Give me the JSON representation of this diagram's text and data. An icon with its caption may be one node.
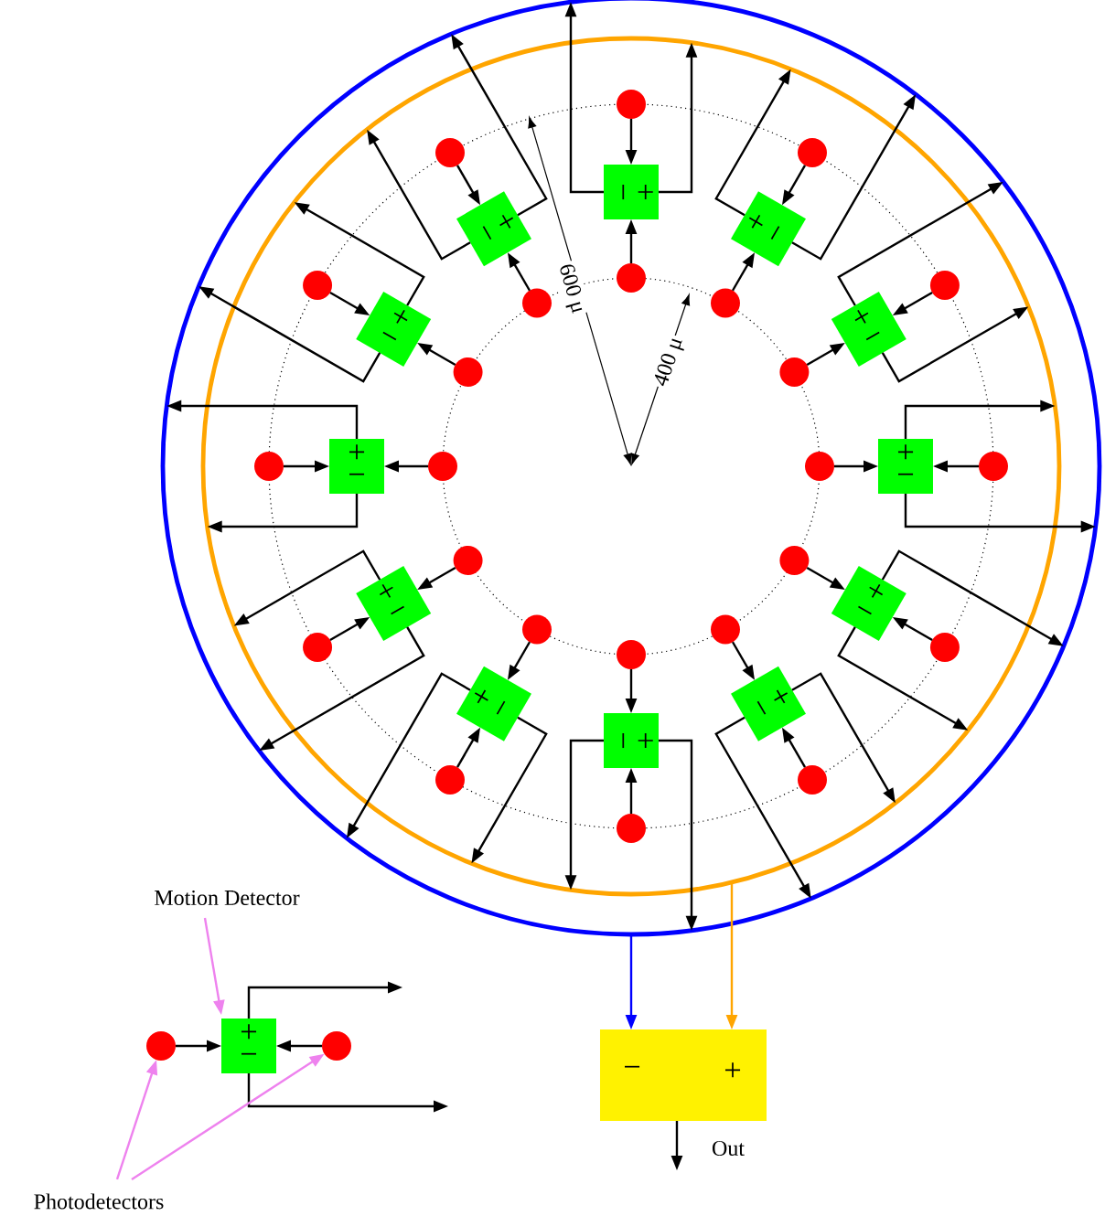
{
  "diagram": {
    "nodes": [
      {
        "text": [],
        "shape": "circle"
      },
      {
        "text": [],
        "shape": "circle",
        "in": 0
      },
      {
        "text": [
          "+",
          "−"
        ],
        "in": 1
      },
      {
        "text": [],
        "shape": "circle",
        "in": 1
      },
      {
        "text": [],
        "shape": "circle",
        "in": 1
      },
      {
        "text": [
          "+",
          "−"
        ],
        "in": 1
      },
      {
        "text": [],
        "shape": "circle",
        "in": 1
      },
      {
        "text": [],
        "shape": "circle",
        "in": 1
      },
      {
        "text": [
          "+",
          "−"
        ],
        "in": 1
      },
      {
        "text": [],
        "shape": "circle",
        "in": 1
      },
      {
        "text": [],
        "shape": "circle",
        "in": 1
      },
      {
        "text": [
          "+",
          "−"
        ],
        "in": 1
      },
      {
        "text": [],
        "shape": "circle",
        "in": 1
      },
      {
        "text": [],
        "shape": "circle",
        "in": 1
      },
      {
        "text": [
          "+",
          "−"
        ],
        "in": 1
      },
      {
        "text": [],
        "shape": "circle",
        "in": 1
      },
      {
        "text": [],
        "shape": "circle",
        "in": 1
      },
      {
        "text": [
          "+",
          "−"
        ],
        "in": 1
      },
      {
        "text": [],
        "shape": "circle",
        "in": 1
      },
      {
        "text": [],
        "shape": "circle",
        "in": 1
      },
      {
        "text": [
          "+",
          "−"
        ],
        "in": 1
      },
      {
        "text": [],
        "shape": "circle",
        "in": 1
      },
      {
        "text": [],
        "shape": "circle",
        "in": 1
      },
      {
        "text": [
          "+",
          "−"
        ],
        "in": 1
      },
      {
        "text": [],
        "shape": "circle",
        "in": 1
      },
      {
        "text": [],
        "shape": "circle",
        "in": 1
      },
      {
        "text": [
          "+",
          "−"
        ],
        "in": 1
      },
      {
        "text": [],
        "shape": "circle",
        "in": 1
      },
      {
        "text": [],
        "shape": "circle",
        "in": 1
      },
      {
        "text": [
          "+",
          "−"
        ],
        "in": 1
      },
      {
        "text": [],
        "shape": "circle",
        "in": 1
      },
      {
        "text": [],
        "shape": "circle",
        "in": 1
      },
      {
        "text": [
          "+",
          "−"
        ],
        "in": 1
      },
      {
        "text": [],
        "shape": "circle",
        "in": 1
      },
      {
        "text": [],
        "shape": "circle",
        "in": 1
      },
      {
        "text": [
          "+",
          "−"
        ],
        "in": 1
      },
      {
        "text": [],
        "shape": "circle",
        "in": 1
      },
      {
        "text": [],
        "shape": "circle",
        "in": 1
      },
      {
        "text": [
          "−",
          "+"
        ]
      },
      {
        "text": [
          "Out"
        ]
      },
      {
        "text": [
          "+",
          "−"
        ]
      },
      {
        "text": [],
        "shape": "circle"
      },
      {
        "text": [],
        "shape": "circle"
      },
      {
        "text": [
          "Motion Detector"
        ]
      },
      {
        "text": [
          "Photodetectors"
        ]
      }
    ],
    "edges": [
      {
        "from": 3,
        "to": 2,
        "arrow": "to"
      },
      {
        "from": 4,
        "to": 2,
        "arrow": "to"
      },
      {
        "from": 2,
        "to": 0,
        "arrow": "to"
      },
      {
        "from": 2,
        "to": 1,
        "arrow": "to"
      },
      {
        "from": 6,
        "to": 5,
        "arrow": "to"
      },
      {
        "from": 7,
        "to": 5,
        "arrow": "to"
      },
      {
        "from": 5,
        "to": 0,
        "arrow": "to"
      },
      {
        "from": 5,
        "to": 1,
        "arrow": "to"
      },
      {
        "from": 9,
        "to": 8,
        "arrow": "to"
      },
      {
        "from": 10,
        "to": 8,
        "arrow": "to"
      },
      {
        "from": 8,
        "to": 0,
        "arrow": "to"
      },
      {
        "from": 8,
        "to": 1,
        "arrow": "to"
      },
      {
        "from": 12,
        "to": 11,
        "arrow": "to"
      },
      {
        "from": 13,
        "to": 11,
        "arrow": "to"
      },
      {
        "from": 11,
        "to": 0,
        "arrow": "to"
      },
      {
        "from": 11,
        "to": 1,
        "arrow": "to"
      },
      {
        "from": 15,
        "to": 14,
        "arrow": "to"
      },
      {
        "from": 16,
        "to": 14,
        "arrow": "to"
      },
      {
        "from": 14,
        "to": 0,
        "arrow": "to"
      },
      {
        "from": 14,
        "to": 1,
        "arrow": "to"
      },
      {
        "from": 18,
        "to": 17,
        "arrow": "to"
      },
      {
        "from": 19,
        "to": 17,
        "arrow": "to"
      },
      {
        "from": 17,
        "to": 0,
        "arrow": "to"
      },
      {
        "from": 17,
        "to": 1,
        "arrow": "to"
      },
      {
        "from": 21,
        "to": 20,
        "arrow": "to"
      },
      {
        "from": 22,
        "to": 20,
        "arrow": "to"
      },
      {
        "from": 20,
        "to": 0,
        "arrow": "to"
      },
      {
        "from": 20,
        "to": 1,
        "arrow": "to"
      },
      {
        "from": 24,
        "to": 23,
        "arrow": "to"
      },
      {
        "from": 25,
        "to": 23,
        "arrow": "to"
      },
      {
        "from": 23,
        "to": 0,
        "arrow": "to"
      },
      {
        "from": 23,
        "to": 1,
        "arrow": "to"
      },
      {
        "from": 27,
        "to": 26,
        "arrow": "to"
      },
      {
        "from": 28,
        "to": 26,
        "arrow": "to"
      },
      {
        "from": 26,
        "to": 0,
        "arrow": "to"
      },
      {
        "from": 26,
        "to": 1,
        "arrow": "to"
      },
      {
        "from": 30,
        "to": 29,
        "arrow": "to"
      },
      {
        "from": 31,
        "to": 29,
        "arrow": "to"
      },
      {
        "from": 29,
        "to": 0,
        "arrow": "to"
      },
      {
        "from": 29,
        "to": 1,
        "arrow": "to"
      },
      {
        "from": 33,
        "to": 32,
        "arrow": "to"
      },
      {
        "from": 34,
        "to": 32,
        "arrow": "to"
      },
      {
        "from": 32,
        "to": 0,
        "arrow": "to"
      },
      {
        "from": 32,
        "to": 1,
        "arrow": "to"
      },
      {
        "from": 36,
        "to": 35,
        "arrow": "to"
      },
      {
        "from": 37,
        "to": 35,
        "arrow": "to"
      },
      {
        "from": 35,
        "to": 0,
        "arrow": "to"
      },
      {
        "from": 35,
        "to": 1,
        "arrow": "to"
      },
      {
        "from": 0,
        "to": 38,
        "arrow": "to",
        "color": "#0000ff"
      },
      {
        "from": 1,
        "to": 38,
        "arrow": "to",
        "color": "#ffa500"
      },
      {
        "from": 38,
        "to": 39,
        "arrow": "to"
      },
      {
        "from": 41,
        "to": 40,
        "arrow": "to"
      },
      {
        "from": 42,
        "to": 40,
        "arrow": "to"
      },
      {
        "from": 40,
        "to": null,
        "arrow": "to"
      },
      {
        "from": 40,
        "to": null,
        "arrow": "to"
      },
      {
        "from": 43,
        "to": 40,
        "arrow": "to",
        "color": "#ee82ee"
      },
      {
        "from": 44,
        "to": 41,
        "arrow": "to",
        "color": "#ee82ee"
      },
      {
        "from": 44,
        "to": 42,
        "arrow": "to",
        "color": "#ee82ee"
      }
    ],
    "labels": [
      "600 μ",
      "400 μ"
    ]
  }
}
